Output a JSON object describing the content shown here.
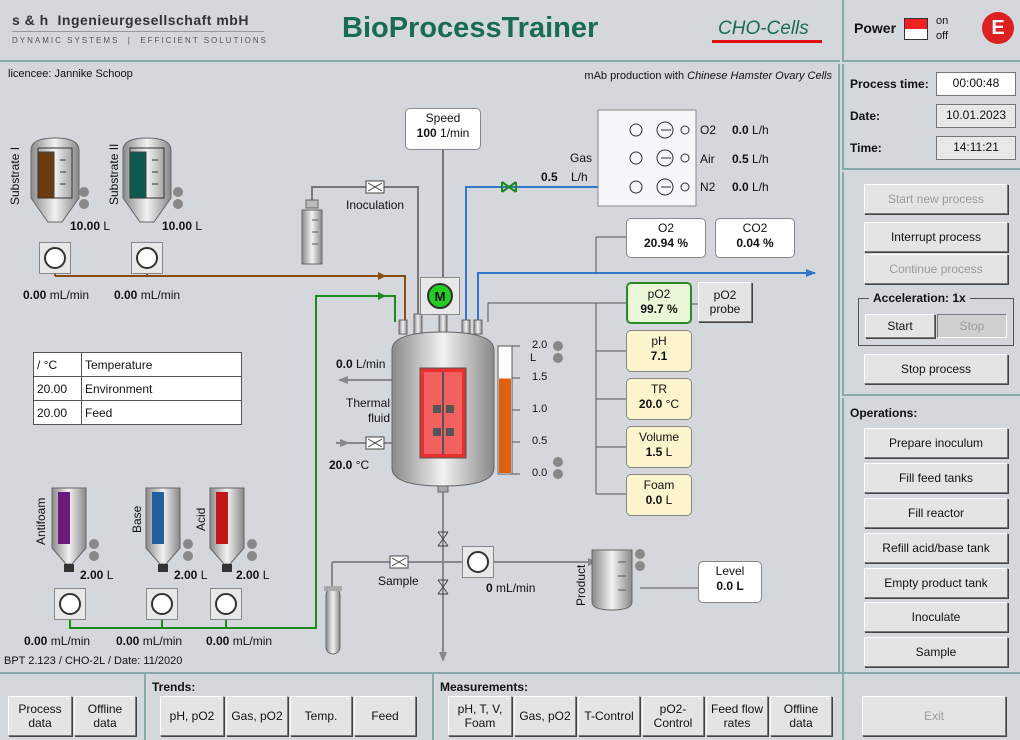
{
  "header": {
    "company": "s & h  Ingenieurgesellschaft mbH",
    "tagline": "DYNAMIC SYSTEMS  |  EFFICIENT SOLUTIONS",
    "app_title": "BioProcessTrainer",
    "cell_type": "CHO-Cells",
    "power_label": "Power",
    "power_on": "on",
    "power_off": "off",
    "exit_letter": "E"
  },
  "info": {
    "licencee": "licencee: Jannike Schoop",
    "production_prefix": "mAb production with ",
    "production_organism": "Chinese Hamster Ovary Cells",
    "version": "BPT 2.123 / CHO-2L / Date: 11/2020"
  },
  "status": {
    "process_time_label": "Process time:",
    "process_time": "00:00:48",
    "date_label": "Date:",
    "date": "10.01.2023",
    "time_label": "Time:",
    "time": "14:11:21"
  },
  "controls": {
    "start_new_process": "Start new process",
    "interrupt_process": "Interrupt process",
    "continue_process": "Continue process",
    "acceleration_label": "Acceleration:",
    "acceleration_value": "1x",
    "start": "Start",
    "stop": "Stop",
    "stop_process": "Stop process",
    "exit": "Exit"
  },
  "operations": {
    "title": "Operations:",
    "items": [
      "Prepare inoculum",
      "Fill feed tanks",
      "Fill reactor",
      "Refill acid/base tank",
      "Empty product tank",
      "Inoculate",
      "Sample"
    ]
  },
  "process": {
    "substrate1_label": "Substrate I",
    "substrate1_volume": "10.00",
    "substrate1_unit": "L",
    "substrate1_flow": "0.00",
    "substrate2_label": "Substrate II",
    "substrate2_volume": "10.00",
    "substrate2_unit": "L",
    "substrate2_flow": "0.00",
    "flow_unit": "mL/min",
    "inoculation_label": "Inoculation",
    "speed_label": "Speed",
    "speed_value": "100",
    "speed_unit": "1/min",
    "motor_label": "M",
    "gas_label": "Gas",
    "gas_flow": "0.5",
    "gas_unit": "L/h",
    "gas_lines": [
      {
        "name": "O2",
        "value": "0.0",
        "unit": "L/h"
      },
      {
        "name": "Air",
        "value": "0.5",
        "unit": "L/h"
      },
      {
        "name": "N2",
        "value": "0.0",
        "unit": "L/h"
      }
    ],
    "o2_label": "O2",
    "o2_value": "20.94",
    "o2_unit": "%",
    "co2_label": "CO2",
    "co2_value": "0.04",
    "co2_unit": "%",
    "po2_label": "pO2",
    "po2_value": "99.7",
    "po2_unit": "%",
    "po2_probe_line1": "pO2",
    "po2_probe_line2": "probe",
    "ph_label": "pH",
    "ph_value": "7.1",
    "tr_label": "TR",
    "tr_value": "20.0",
    "tr_unit": "°C",
    "volume_label": "Volume",
    "volume_value": "1.5",
    "volume_unit": "L",
    "foam_label": "Foam",
    "foam_value": "0.0",
    "foam_unit": "L",
    "level_scale": [
      "2.0",
      "L",
      "1.5",
      "1.0",
      "0.5",
      "0.0"
    ],
    "level_fill_fraction": 0.75,
    "thermal_flow": "0.0",
    "thermal_flow_unit": "L/min",
    "thermal_fluid_line1": "Thermal",
    "thermal_fluid_line2": "fluid",
    "thermal_temp": "20.0",
    "thermal_temp_unit": "°C",
    "temp_table": {
      "header_unit": "/ °C",
      "header_name": "Temperature",
      "rows": [
        {
          "value": "20.00",
          "name": "Environment"
        },
        {
          "value": "20.00",
          "name": "Feed"
        }
      ]
    },
    "antifoam_label": "Antifoam",
    "antifoam_volume": "2.00",
    "antifoam_flow": "0.00",
    "base_label": "Base",
    "base_volume": "2.00",
    "base_flow": "0.00",
    "acid_label": "Acid",
    "acid_volume": "2.00",
    "acid_flow": "0.00",
    "liter_unit": "L",
    "sample_label": "Sample",
    "product_pump_flow": "0",
    "product_label": "Product",
    "level_label": "Level",
    "level_value": "0.0",
    "level_unit": "L"
  },
  "trends": {
    "title": "Trends:",
    "items": [
      "pH, pO2",
      "Gas, pO2",
      "Temp.",
      "Feed"
    ]
  },
  "measurements": {
    "title": "Measurements:",
    "items": [
      "pH, T, V,\nFoam",
      "Gas, pO2",
      "T-Control",
      "pO2-\nControl",
      "Feed flow\nrates",
      "Offline\ndata"
    ]
  },
  "data_buttons": {
    "process_data": "Process\ndata",
    "offline_data": "Offline\ndata"
  },
  "colors": {
    "title_green": "#1a6b55",
    "substrate1": "#6b3a10",
    "substrate2": "#0f5a4f",
    "antifoam": "#6a1a7a",
    "base": "#2060a0",
    "acid": "#c01818",
    "pipe_feed": "#8a4a10",
    "pipe_green": "#1a8a1a",
    "pipe_gas": "#3377cc",
    "motor": "#22cc22",
    "reactor_heat": "#e83030",
    "exit_red": "#dd2020"
  }
}
